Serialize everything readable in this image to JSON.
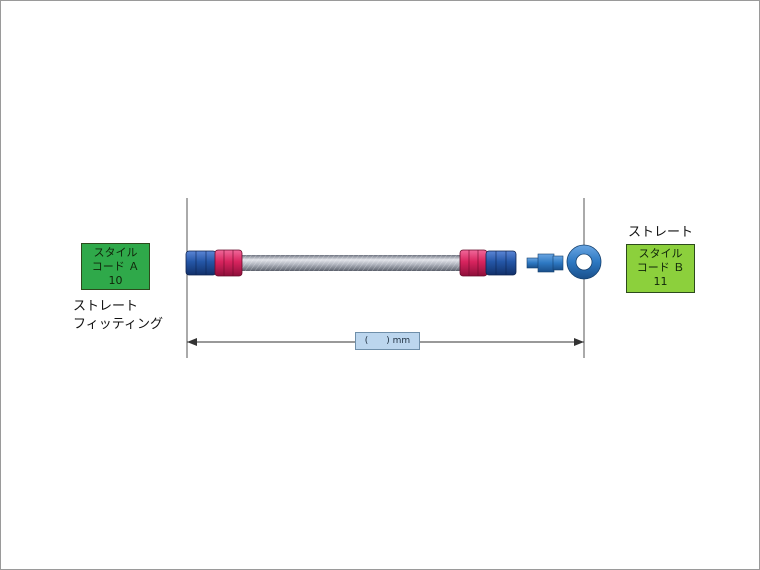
{
  "fitting_a": {
    "box_line1": "スタイル",
    "box_line2": "コード Ａ",
    "box_line3": "10",
    "name_line1": "ストレート",
    "name_line2": "フィッティング",
    "box_color": "#2fa94a"
  },
  "fitting_b": {
    "name": "ストレート",
    "box_line1": "スタイル",
    "box_line2": "コード Ｂ",
    "box_line3": "11",
    "box_color": "#8cd03c"
  },
  "dimension": {
    "label": "(　　) mm"
  },
  "colors": {
    "fitting_blue": "#2456a6",
    "fitting_red": "#d8245e",
    "hose_silver": "#b9bdc6",
    "banjo_blue": "#2d78c2"
  }
}
